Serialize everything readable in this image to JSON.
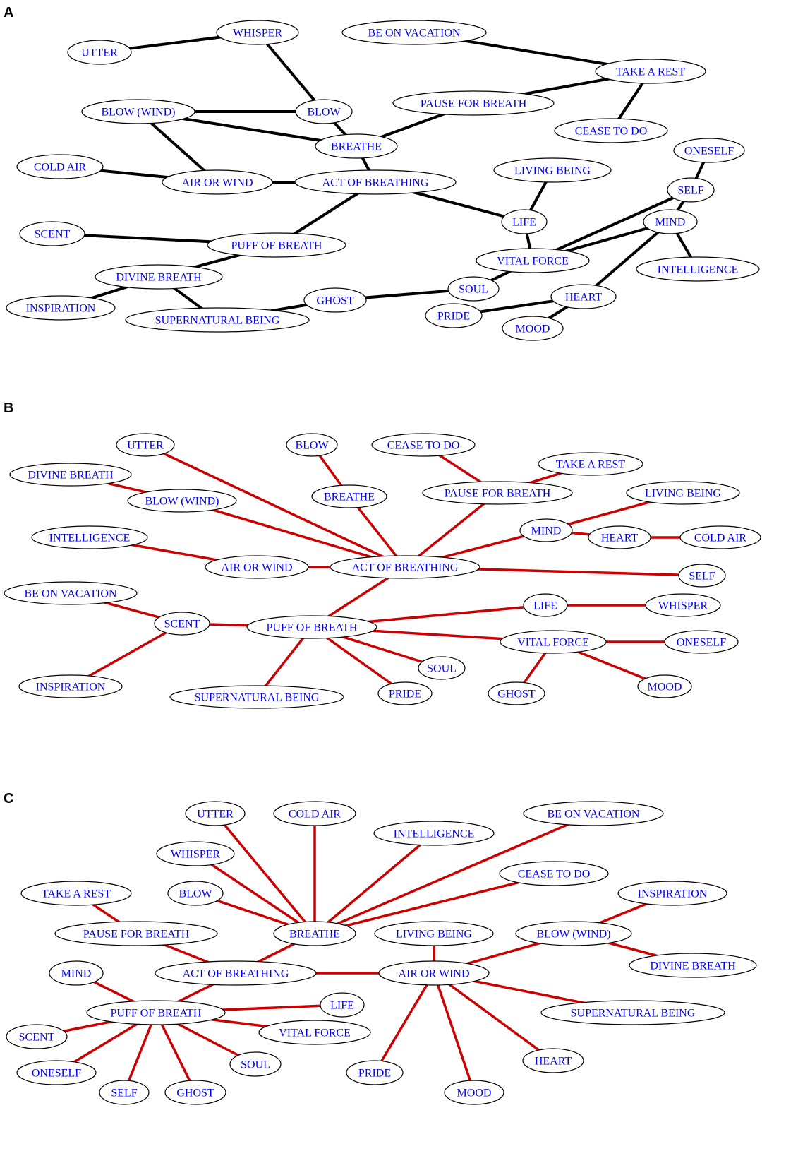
{
  "panels": [
    {
      "id": "A",
      "label": "A",
      "edge_color": "#000000",
      "nodes": [
        {
          "id": "UTTER",
          "label": "UTTER"
        },
        {
          "id": "WHISPER",
          "label": "WHISPER"
        },
        {
          "id": "BE_ON_VACATION",
          "label": "BE ON VACATION"
        },
        {
          "id": "TAKE_A_REST",
          "label": "TAKE A REST"
        },
        {
          "id": "PAUSE_FOR_BREATH",
          "label": "PAUSE FOR BREATH"
        },
        {
          "id": "CEASE_TO_DO",
          "label": "CEASE TO DO"
        },
        {
          "id": "BLOW_WIND",
          "label": "BLOW (WIND)"
        },
        {
          "id": "BLOW",
          "label": "BLOW"
        },
        {
          "id": "BREATHE",
          "label": "BREATHE"
        },
        {
          "id": "ONESELF",
          "label": "ONESELF"
        },
        {
          "id": "COLD_AIR",
          "label": "COLD AIR"
        },
        {
          "id": "AIR_OR_WIND",
          "label": "AIR OR WIND"
        },
        {
          "id": "ACT_OF_BREATHING",
          "label": "ACT OF BREATHING"
        },
        {
          "id": "LIVING_BEING",
          "label": "LIVING BEING"
        },
        {
          "id": "SELF",
          "label": "SELF"
        },
        {
          "id": "LIFE",
          "label": "LIFE"
        },
        {
          "id": "MIND",
          "label": "MIND"
        },
        {
          "id": "SCENT",
          "label": "SCENT"
        },
        {
          "id": "PUFF_OF_BREATH",
          "label": "PUFF OF BREATH"
        },
        {
          "id": "VITAL_FORCE",
          "label": "VITAL FORCE"
        },
        {
          "id": "INTELLIGENCE",
          "label": "INTELLIGENCE"
        },
        {
          "id": "DIVINE_BREATH",
          "label": "DIVINE BREATH"
        },
        {
          "id": "SOUL",
          "label": "SOUL"
        },
        {
          "id": "HEART",
          "label": "HEART"
        },
        {
          "id": "INSPIRATION",
          "label": "INSPIRATION"
        },
        {
          "id": "GHOST",
          "label": "GHOST"
        },
        {
          "id": "SUPERNATURAL_BEING",
          "label": "SUPERNATURAL BEING"
        },
        {
          "id": "PRIDE",
          "label": "PRIDE"
        },
        {
          "id": "MOOD",
          "label": "MOOD"
        }
      ],
      "edges": [
        [
          "UTTER",
          "WHISPER"
        ],
        [
          "WHISPER",
          "BLOW"
        ],
        [
          "BE_ON_VACATION",
          "TAKE_A_REST"
        ],
        [
          "TAKE_A_REST",
          "PAUSE_FOR_BREATH"
        ],
        [
          "TAKE_A_REST",
          "CEASE_TO_DO"
        ],
        [
          "BLOW_WIND",
          "BLOW"
        ],
        [
          "BLOW_WIND",
          "BREATHE"
        ],
        [
          "BLOW_WIND",
          "AIR_OR_WIND"
        ],
        [
          "BLOW",
          "BREATHE"
        ],
        [
          "PAUSE_FOR_BREATH",
          "BREATHE"
        ],
        [
          "BREATHE",
          "ACT_OF_BREATHING"
        ],
        [
          "COLD_AIR",
          "AIR_OR_WIND"
        ],
        [
          "AIR_OR_WIND",
          "ACT_OF_BREATHING"
        ],
        [
          "ACT_OF_BREATHING",
          "LIFE"
        ],
        [
          "ACT_OF_BREATHING",
          "PUFF_OF_BREATH"
        ],
        [
          "LIVING_BEING",
          "LIFE"
        ],
        [
          "LIFE",
          "VITAL_FORCE"
        ],
        [
          "ONESELF",
          "SELF"
        ],
        [
          "SELF",
          "MIND"
        ],
        [
          "SELF",
          "VITAL_FORCE"
        ],
        [
          "MIND",
          "VITAL_FORCE"
        ],
        [
          "MIND",
          "INTELLIGENCE"
        ],
        [
          "MIND",
          "HEART"
        ],
        [
          "SCENT",
          "PUFF_OF_BREATH"
        ],
        [
          "PUFF_OF_BREATH",
          "DIVINE_BREATH"
        ],
        [
          "DIVINE_BREATH",
          "INSPIRATION"
        ],
        [
          "DIVINE_BREATH",
          "SUPERNATURAL_BEING"
        ],
        [
          "SUPERNATURAL_BEING",
          "GHOST"
        ],
        [
          "GHOST",
          "SOUL"
        ],
        [
          "SOUL",
          "VITAL_FORCE"
        ],
        [
          "HEART",
          "PRIDE"
        ],
        [
          "HEART",
          "MOOD"
        ]
      ]
    },
    {
      "id": "B",
      "label": "B",
      "edge_color": "#cc0000",
      "nodes": [
        {
          "id": "UTTER",
          "label": "UTTER"
        },
        {
          "id": "BLOW",
          "label": "BLOW"
        },
        {
          "id": "CEASE_TO_DO",
          "label": "CEASE TO DO"
        },
        {
          "id": "TAKE_A_REST",
          "label": "TAKE A REST"
        },
        {
          "id": "DIVINE_BREATH",
          "label": "DIVINE BREATH"
        },
        {
          "id": "BLOW_WIND",
          "label": "BLOW (WIND)"
        },
        {
          "id": "BREATHE",
          "label": "BREATHE"
        },
        {
          "id": "PAUSE_FOR_BREATH",
          "label": "PAUSE FOR BREATH"
        },
        {
          "id": "LIVING_BEING",
          "label": "LIVING BEING"
        },
        {
          "id": "MIND",
          "label": "MIND"
        },
        {
          "id": "INTELLIGENCE",
          "label": "INTELLIGENCE"
        },
        {
          "id": "HEART",
          "label": "HEART"
        },
        {
          "id": "COLD_AIR",
          "label": "COLD AIR"
        },
        {
          "id": "AIR_OR_WIND",
          "label": "AIR OR WIND"
        },
        {
          "id": "ACT_OF_BREATHING",
          "label": "ACT OF BREATHING"
        },
        {
          "id": "SELF",
          "label": "SELF"
        },
        {
          "id": "BE_ON_VACATION",
          "label": "BE ON VACATION"
        },
        {
          "id": "LIFE",
          "label": "LIFE"
        },
        {
          "id": "WHISPER",
          "label": "WHISPER"
        },
        {
          "id": "SCENT",
          "label": "SCENT"
        },
        {
          "id": "PUFF_OF_BREATH",
          "label": "PUFF OF BREATH"
        },
        {
          "id": "VITAL_FORCE",
          "label": "VITAL FORCE"
        },
        {
          "id": "ONESELF",
          "label": "ONESELF"
        },
        {
          "id": "SOUL",
          "label": "SOUL"
        },
        {
          "id": "INSPIRATION",
          "label": "INSPIRATION"
        },
        {
          "id": "MOOD",
          "label": "MOOD"
        },
        {
          "id": "PRIDE",
          "label": "PRIDE"
        },
        {
          "id": "GHOST",
          "label": "GHOST"
        },
        {
          "id": "SUPERNATURAL_BEING",
          "label": "SUPERNATURAL BEING"
        }
      ],
      "edges": [
        [
          "UTTER",
          "ACT_OF_BREATHING"
        ],
        [
          "BLOW",
          "BREATHE"
        ],
        [
          "BREATHE",
          "ACT_OF_BREATHING"
        ],
        [
          "CEASE_TO_DO",
          "PAUSE_FOR_BREATH"
        ],
        [
          "TAKE_A_REST",
          "PAUSE_FOR_BREATH"
        ],
        [
          "PAUSE_FOR_BREATH",
          "ACT_OF_BREATHING"
        ],
        [
          "DIVINE_BREATH",
          "BLOW_WIND"
        ],
        [
          "BLOW_WIND",
          "ACT_OF_BREATHING"
        ],
        [
          "LIVING_BEING",
          "MIND"
        ],
        [
          "MIND",
          "ACT_OF_BREATHING"
        ],
        [
          "MIND",
          "HEART"
        ],
        [
          "HEART",
          "COLD_AIR"
        ],
        [
          "INTELLIGENCE",
          "AIR_OR_WIND"
        ],
        [
          "AIR_OR_WIND",
          "ACT_OF_BREATHING"
        ],
        [
          "ACT_OF_BREATHING",
          "SELF"
        ],
        [
          "ACT_OF_BREATHING",
          "PUFF_OF_BREATH"
        ],
        [
          "BE_ON_VACATION",
          "SCENT"
        ],
        [
          "SCENT",
          "PUFF_OF_BREATH"
        ],
        [
          "SCENT",
          "INSPIRATION"
        ],
        [
          "PUFF_OF_BREATH",
          "LIFE"
        ],
        [
          "LIFE",
          "WHISPER"
        ],
        [
          "PUFF_OF_BREATH",
          "VITAL_FORCE"
        ],
        [
          "VITAL_FORCE",
          "ONESELF"
        ],
        [
          "VITAL_FORCE",
          "GHOST"
        ],
        [
          "VITAL_FORCE",
          "MOOD"
        ],
        [
          "PUFF_OF_BREATH",
          "SOUL"
        ],
        [
          "PUFF_OF_BREATH",
          "PRIDE"
        ],
        [
          "PUFF_OF_BREATH",
          "SUPERNATURAL_BEING"
        ]
      ]
    },
    {
      "id": "C",
      "label": "C",
      "edge_color": "#cc0000",
      "nodes": [
        {
          "id": "UTTER",
          "label": "UTTER"
        },
        {
          "id": "COLD_AIR",
          "label": "COLD AIR"
        },
        {
          "id": "BE_ON_VACATION",
          "label": "BE ON VACATION"
        },
        {
          "id": "INTELLIGENCE",
          "label": "INTELLIGENCE"
        },
        {
          "id": "WHISPER",
          "label": "WHISPER"
        },
        {
          "id": "CEASE_TO_DO",
          "label": "CEASE TO DO"
        },
        {
          "id": "TAKE_A_REST",
          "label": "TAKE A REST"
        },
        {
          "id": "BLOW",
          "label": "BLOW"
        },
        {
          "id": "INSPIRATION",
          "label": "INSPIRATION"
        },
        {
          "id": "PAUSE_FOR_BREATH",
          "label": "PAUSE FOR BREATH"
        },
        {
          "id": "BREATHE",
          "label": "BREATHE"
        },
        {
          "id": "LIVING_BEING",
          "label": "LIVING BEING"
        },
        {
          "id": "BLOW_WIND",
          "label": "BLOW (WIND)"
        },
        {
          "id": "DIVINE_BREATH",
          "label": "DIVINE BREATH"
        },
        {
          "id": "MIND",
          "label": "MIND"
        },
        {
          "id": "ACT_OF_BREATHING",
          "label": "ACT OF BREATHING"
        },
        {
          "id": "AIR_OR_WIND",
          "label": "AIR OR WIND"
        },
        {
          "id": "LIFE",
          "label": "LIFE"
        },
        {
          "id": "PUFF_OF_BREATH",
          "label": "PUFF OF BREATH"
        },
        {
          "id": "SUPERNATURAL_BEING",
          "label": "SUPERNATURAL BEING"
        },
        {
          "id": "VITAL_FORCE",
          "label": "VITAL FORCE"
        },
        {
          "id": "SCENT",
          "label": "SCENT"
        },
        {
          "id": "HEART",
          "label": "HEART"
        },
        {
          "id": "SOUL",
          "label": "SOUL"
        },
        {
          "id": "ONESELF",
          "label": "ONESELF"
        },
        {
          "id": "PRIDE",
          "label": "PRIDE"
        },
        {
          "id": "SELF",
          "label": "SELF"
        },
        {
          "id": "GHOST",
          "label": "GHOST"
        },
        {
          "id": "MOOD",
          "label": "MOOD"
        }
      ],
      "edges": [
        [
          "UTTER",
          "BREATHE"
        ],
        [
          "COLD_AIR",
          "BREATHE"
        ],
        [
          "INTELLIGENCE",
          "BREATHE"
        ],
        [
          "BE_ON_VACATION",
          "BREATHE"
        ],
        [
          "WHISPER",
          "BREATHE"
        ],
        [
          "CEASE_TO_DO",
          "BREATHE"
        ],
        [
          "BLOW",
          "BREATHE"
        ],
        [
          "TAKE_A_REST",
          "PAUSE_FOR_BREATH"
        ],
        [
          "PAUSE_FOR_BREATH",
          "ACT_OF_BREATHING"
        ],
        [
          "BREATHE",
          "ACT_OF_BREATHING"
        ],
        [
          "ACT_OF_BREATHING",
          "AIR_OR_WIND"
        ],
        [
          "ACT_OF_BREATHING",
          "PUFF_OF_BREATH"
        ],
        [
          "LIVING_BEING",
          "AIR_OR_WIND"
        ],
        [
          "AIR_OR_WIND",
          "BLOW_WIND"
        ],
        [
          "BLOW_WIND",
          "INSPIRATION"
        ],
        [
          "BLOW_WIND",
          "DIVINE_BREATH"
        ],
        [
          "AIR_OR_WIND",
          "SUPERNATURAL_BEING"
        ],
        [
          "AIR_OR_WIND",
          "HEART"
        ],
        [
          "AIR_OR_WIND",
          "MOOD"
        ],
        [
          "AIR_OR_WIND",
          "PRIDE"
        ],
        [
          "MIND",
          "PUFF_OF_BREATH"
        ],
        [
          "PUFF_OF_BREATH",
          "LIFE"
        ],
        [
          "PUFF_OF_BREATH",
          "VITAL_FORCE"
        ],
        [
          "PUFF_OF_BREATH",
          "SCENT"
        ],
        [
          "PUFF_OF_BREATH",
          "ONESELF"
        ],
        [
          "PUFF_OF_BREATH",
          "SELF"
        ],
        [
          "PUFF_OF_BREATH",
          "GHOST"
        ],
        [
          "PUFF_OF_BREATH",
          "SOUL"
        ]
      ]
    }
  ]
}
